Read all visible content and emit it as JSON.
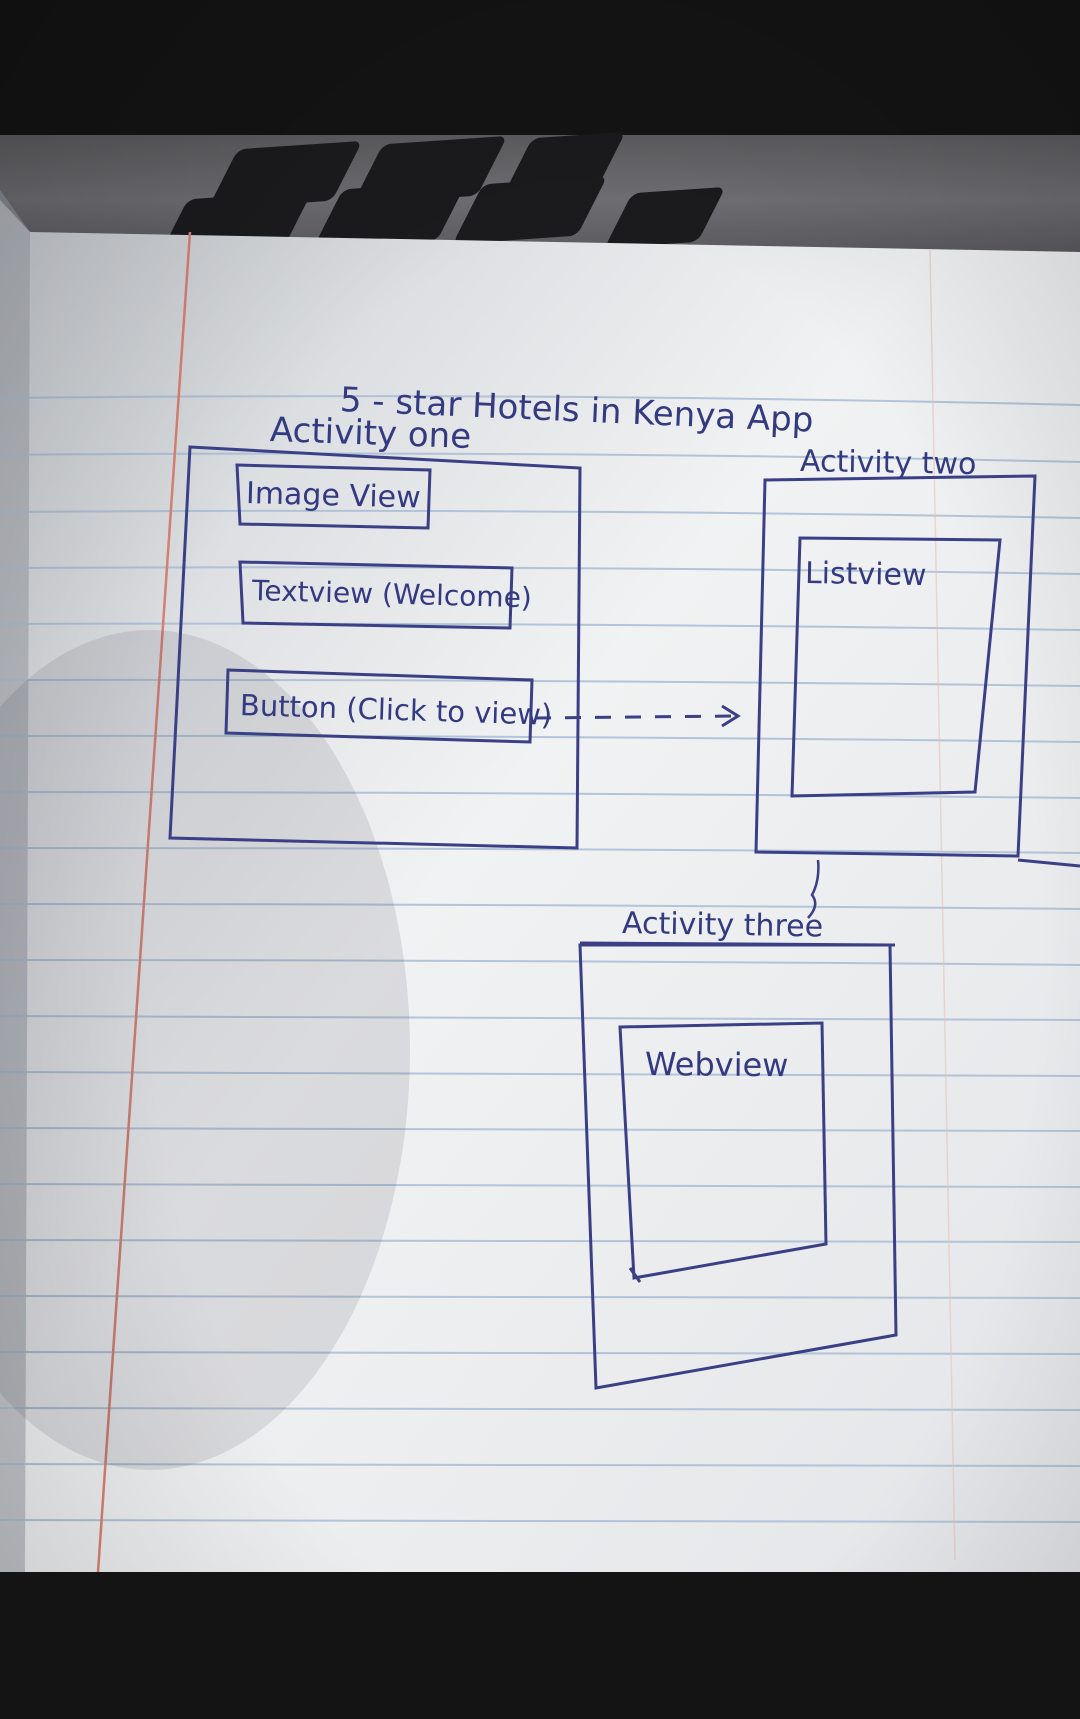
{
  "title": "5 - star Hotels in Kenya App",
  "activities": [
    {
      "heading": "Activity one",
      "views": [
        "Image View",
        "Textview (Welcome)",
        "Button (Click to view)"
      ]
    },
    {
      "heading": "Activity two",
      "views": [
        "Listview"
      ]
    },
    {
      "heading": "Activity three",
      "views": [
        "Webview"
      ]
    }
  ],
  "colors": {
    "ink": "#3a3f86",
    "paper": "#eceef0",
    "rule": "#9fb6cf",
    "margin": "#d77a6e"
  }
}
